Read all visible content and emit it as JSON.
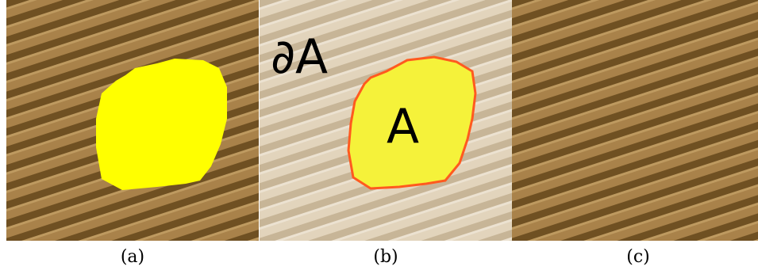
{
  "panels": [
    {
      "caption": "(a)",
      "content": "sand texture with yellow filled region (mask)"
    },
    {
      "caption": "(b)",
      "boundary_label": "∂A",
      "region_label": "A"
    },
    {
      "caption": "(c)",
      "content": "inpainted sand texture"
    }
  ],
  "colors": {
    "sand_dark": "#7a5a26",
    "sand_light": "#b08a4f",
    "mask_fill": "#ffff00",
    "region_fill": "#f5f23a",
    "boundary_stroke": "#ff5a1f",
    "faded_bg": "#e6d9c3"
  }
}
